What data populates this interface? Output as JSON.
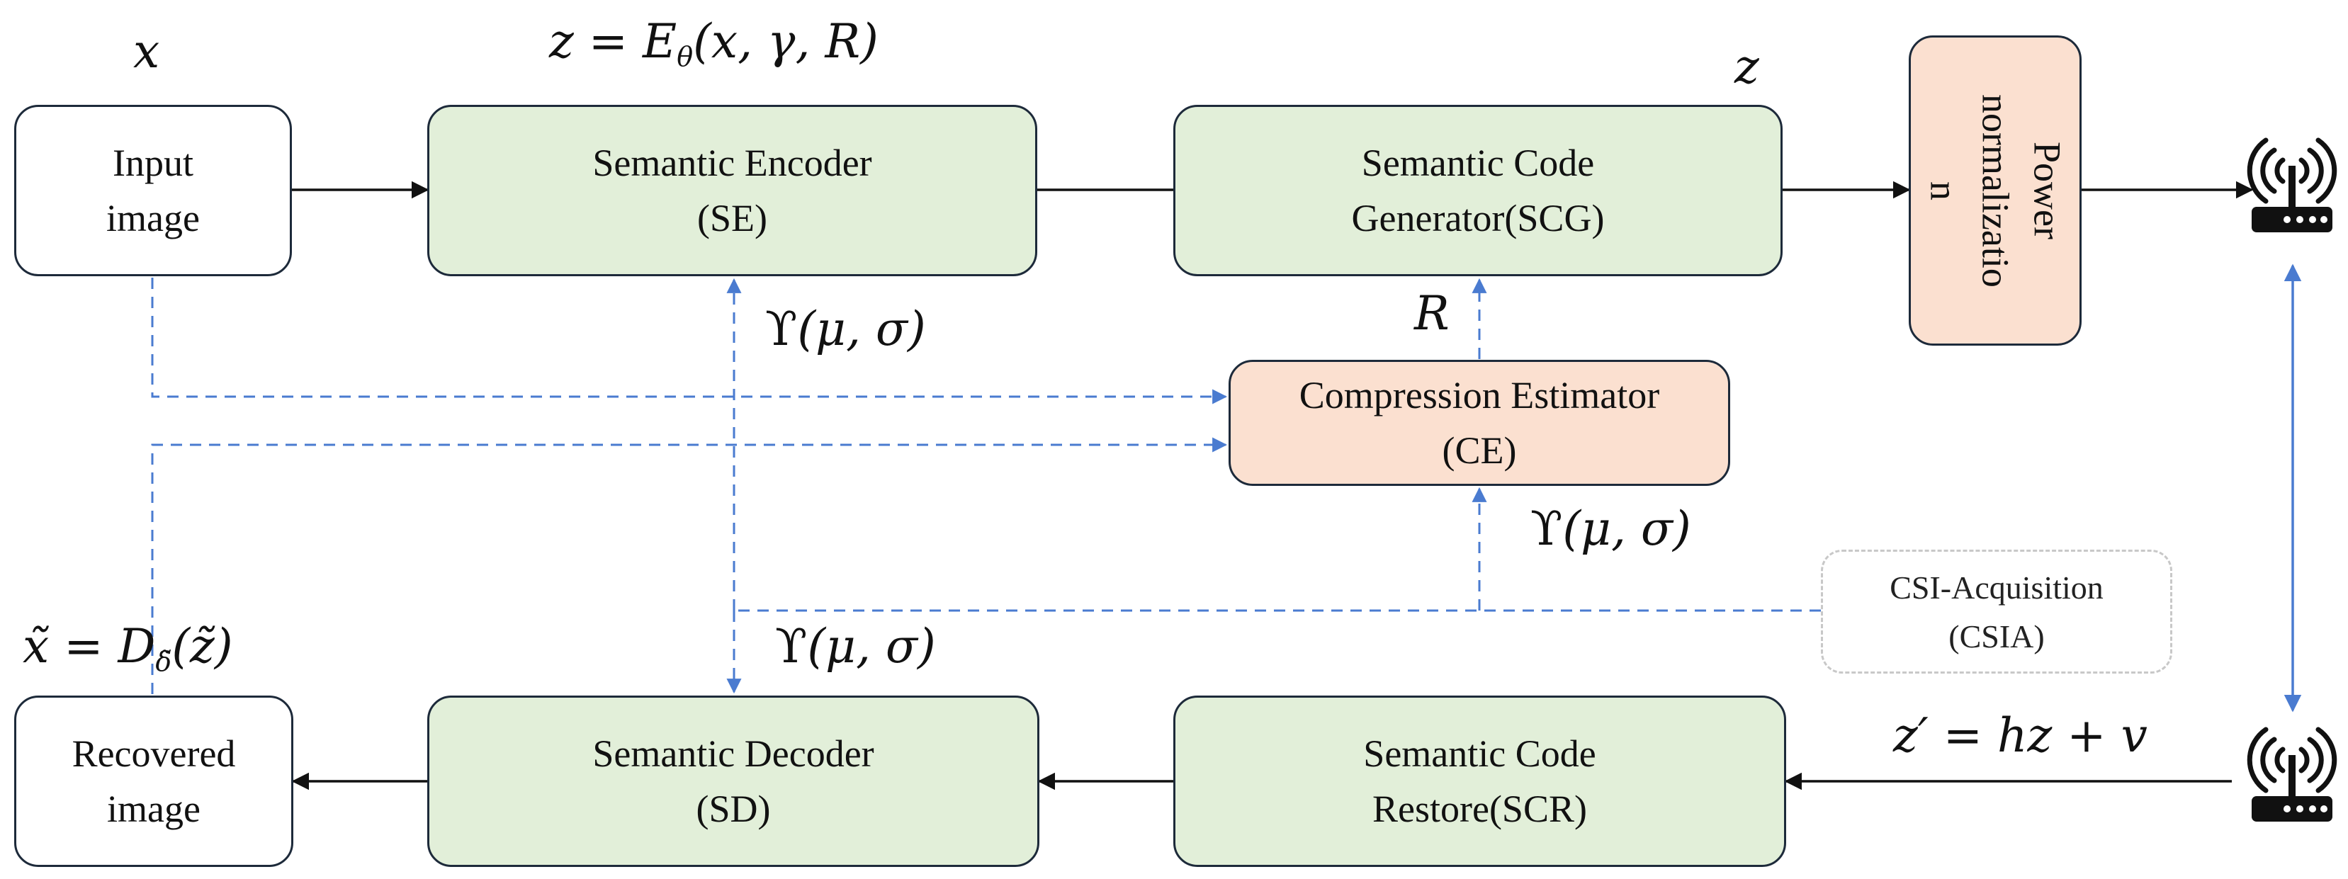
{
  "blocks": {
    "input": {
      "line1": "Input",
      "line2": "image"
    },
    "se": {
      "line1": "Semantic Encoder",
      "line2": "(SE)"
    },
    "scg": {
      "line1": "Semantic Code",
      "line2": "Generator(SCG)"
    },
    "power": {
      "line1": "Power",
      "line2": "normalizatio",
      "line3": "n"
    },
    "ce": {
      "line1": "Compression Estimator",
      "line2": "(CE)"
    },
    "csia": {
      "line1": "CSI-Acquisition",
      "line2": "(CSIA)"
    },
    "recovered": {
      "line1": "Recovered",
      "line2": "image"
    },
    "sd": {
      "line1": "Semantic Decoder",
      "line2": "(SD)"
    },
    "scr": {
      "line1": "Semantic Code",
      "line2": "Restore(SCR)"
    }
  },
  "labels": {
    "x": "x",
    "z_top": "z",
    "encoder_eq": {
      "lhs": "z",
      "eq": " = ",
      "fn": "E",
      "sub": "θ",
      "args": "(x, γ, R)"
    },
    "r": "R",
    "upsilon": {
      "sym": "ϒ",
      "args": "(μ, σ)"
    },
    "decoder_eq": {
      "lhs": "x̃",
      "eq": " = ",
      "fn": "D",
      "sub": "δ̃",
      "args": "(z̃)"
    },
    "channel_eq": {
      "lhs": "z′",
      "eq": " = ",
      "rhs": "hz + v"
    }
  },
  "icons": {
    "tx": "router-antenna-icon",
    "rx": "router-antenna-icon"
  },
  "colors": {
    "green_block": "#e2efd9",
    "peach_block": "#fbe0d0",
    "border": "#1d2a3a",
    "dashed_blue": "#4a7bd0",
    "solid_arrow": "#111111"
  }
}
